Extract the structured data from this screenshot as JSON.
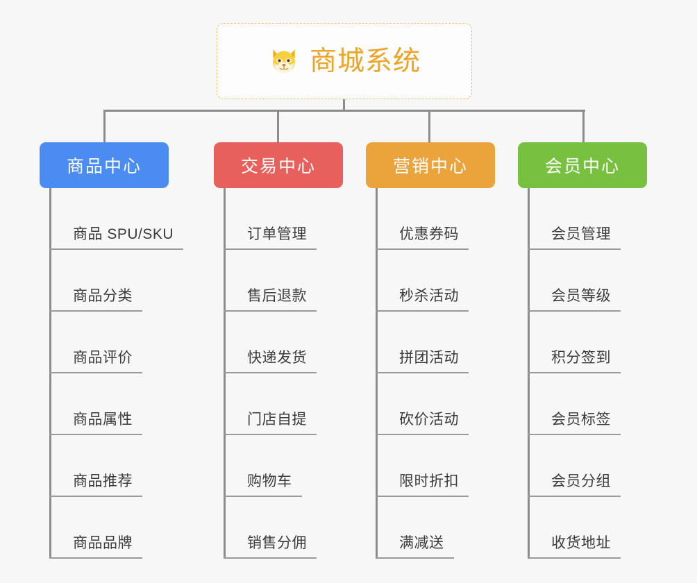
{
  "diagram": {
    "type": "mind-map",
    "background_color": "#f7f7f7",
    "connector_color": "#8c8c8c",
    "root": {
      "title": "商城系统",
      "icon": "shiba-dog-face-emoji",
      "text_color": "#eda429",
      "border_color": "#f0ba5e",
      "background_color": "#fdfdfd"
    },
    "branches": [
      {
        "label": "商品中心",
        "color": "#4a8cf2",
        "items": [
          "商品 SPU/SKU",
          "商品分类",
          "商品评价",
          "商品属性",
          "商品推荐",
          "商品品牌"
        ]
      },
      {
        "label": "交易中心",
        "color": "#e8605b",
        "items": [
          "订单管理",
          "售后退款",
          "快递发货",
          "门店自提",
          "购物车",
          "销售分佣"
        ]
      },
      {
        "label": "营销中心",
        "color": "#eba43c",
        "items": [
          "优惠券码",
          "秒杀活动",
          "拼团活动",
          "砍价活动",
          "限时折扣",
          "满减送"
        ]
      },
      {
        "label": "会员中心",
        "color": "#78c040",
        "items": [
          "会员管理",
          "会员等级",
          "积分签到",
          "会员标签",
          "会员分组",
          "收货地址"
        ]
      }
    ]
  }
}
